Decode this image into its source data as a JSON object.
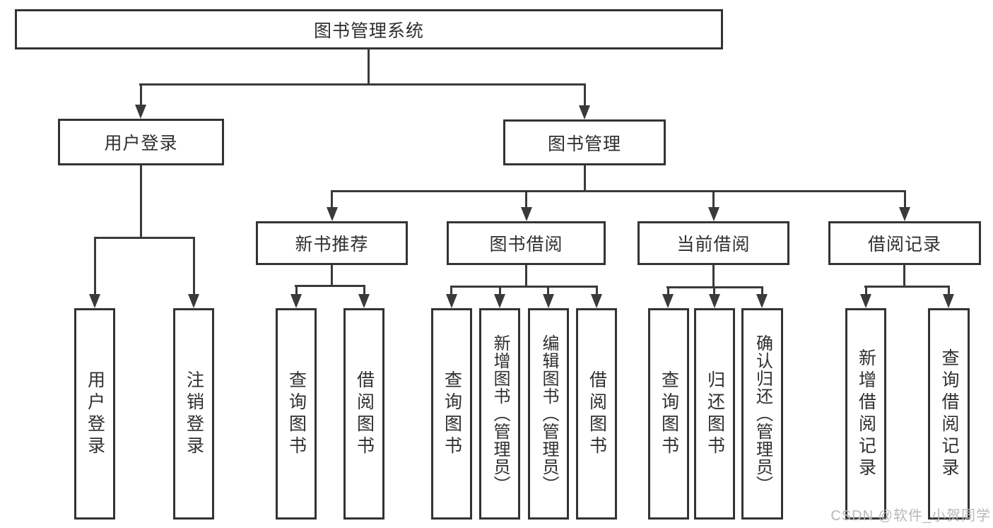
{
  "diagram": {
    "root": "图书管理系统",
    "level2": {
      "user_login": "用户登录",
      "book_mgmt": "图书管理"
    },
    "level3": {
      "new_books": "新书推荐",
      "book_borrow": "图书借阅",
      "current_borrow": "当前借阅",
      "borrow_records": "借阅记录"
    },
    "leaves": {
      "user_login": "用户登录",
      "logout": "注销登录",
      "nb_query": "查询图书",
      "nb_borrow": "借阅图书",
      "bb_query": "查询图书",
      "bb_add": "新增图书（管理员）",
      "bb_edit": "编辑图书（管理员）",
      "bb_borrow": "借阅图书",
      "cb_query": "查询图书",
      "cb_return": "归还图书",
      "cb_confirm": "确认归还（管理员）",
      "br_add": "新增借阅记录",
      "br_query": "查询借阅记录"
    }
  },
  "watermark": "CSDN @软件_小贺同学",
  "colors": {
    "line": "#3a3a3a",
    "text": "#2f2f2f",
    "box_bg": "#ffffff",
    "watermark": "#b9b9b9"
  }
}
